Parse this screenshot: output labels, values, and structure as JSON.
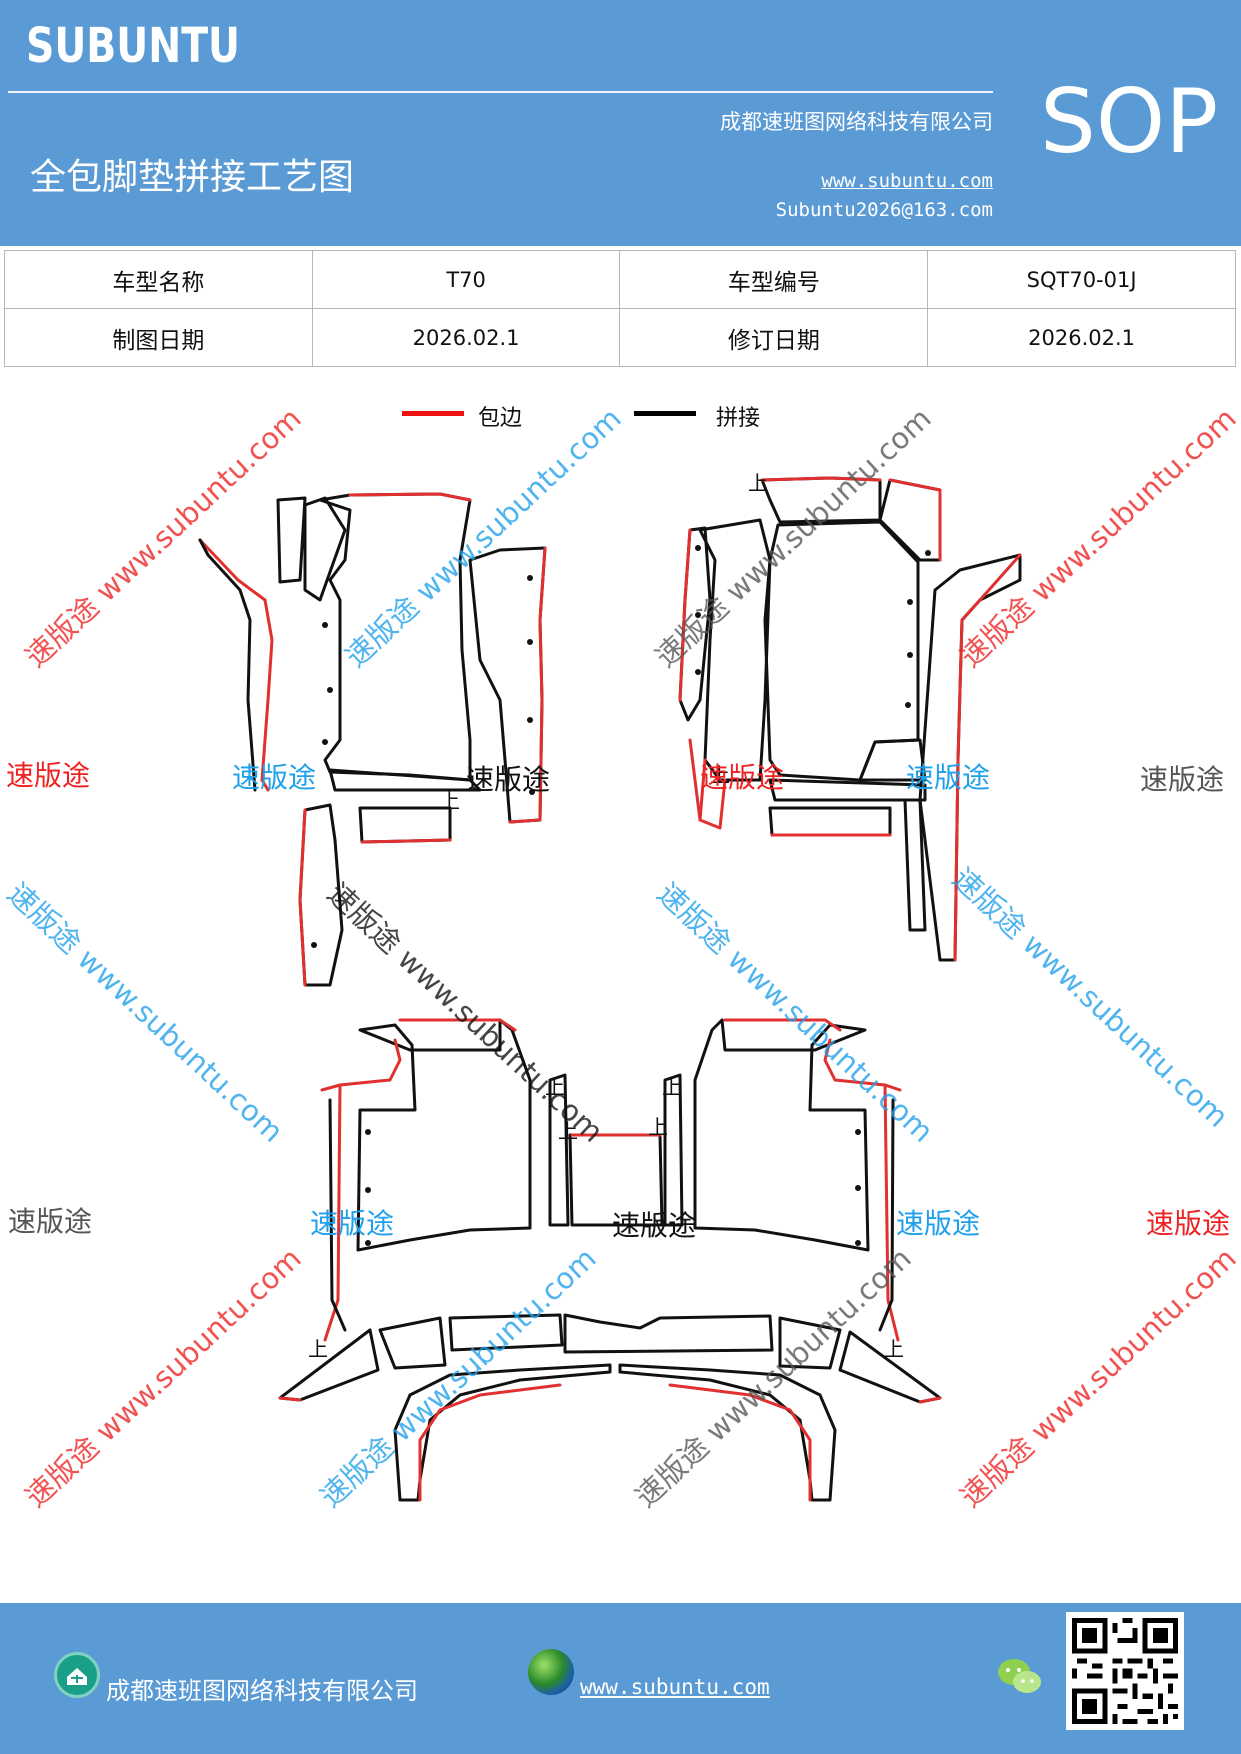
{
  "header": {
    "brand": "SUBUNTU",
    "company": "成都速班图网络科技有限公司",
    "title": "全包脚垫拼接工艺图",
    "website": "www.subuntu.com",
    "email": "Subuntu2026@163.com",
    "badge": "SOP"
  },
  "info_table": {
    "rows": [
      {
        "label1": "车型名称",
        "value1": "T70",
        "label2": "车型编号",
        "value2": "SQT70-01J"
      },
      {
        "label1": "制图日期",
        "value1": "2026.02.1",
        "label2": "修订日期",
        "value2": "2026.02.1"
      }
    ]
  },
  "legend": {
    "edge_label": "包边",
    "edge_color": "#ee1111",
    "join_label": "拼接",
    "join_color": "#000000"
  },
  "diagram": {
    "marker": "上"
  },
  "watermark": {
    "diagonal_text": "速版途 www.subuntu.com",
    "flat_text": "速版途"
  },
  "footer": {
    "company": "成都速班图网络科技有限公司",
    "website": "www.subuntu.com",
    "home_icon": "home-icon",
    "globe_icon": "globe-icon",
    "wechat_icon": "wechat-icon"
  }
}
